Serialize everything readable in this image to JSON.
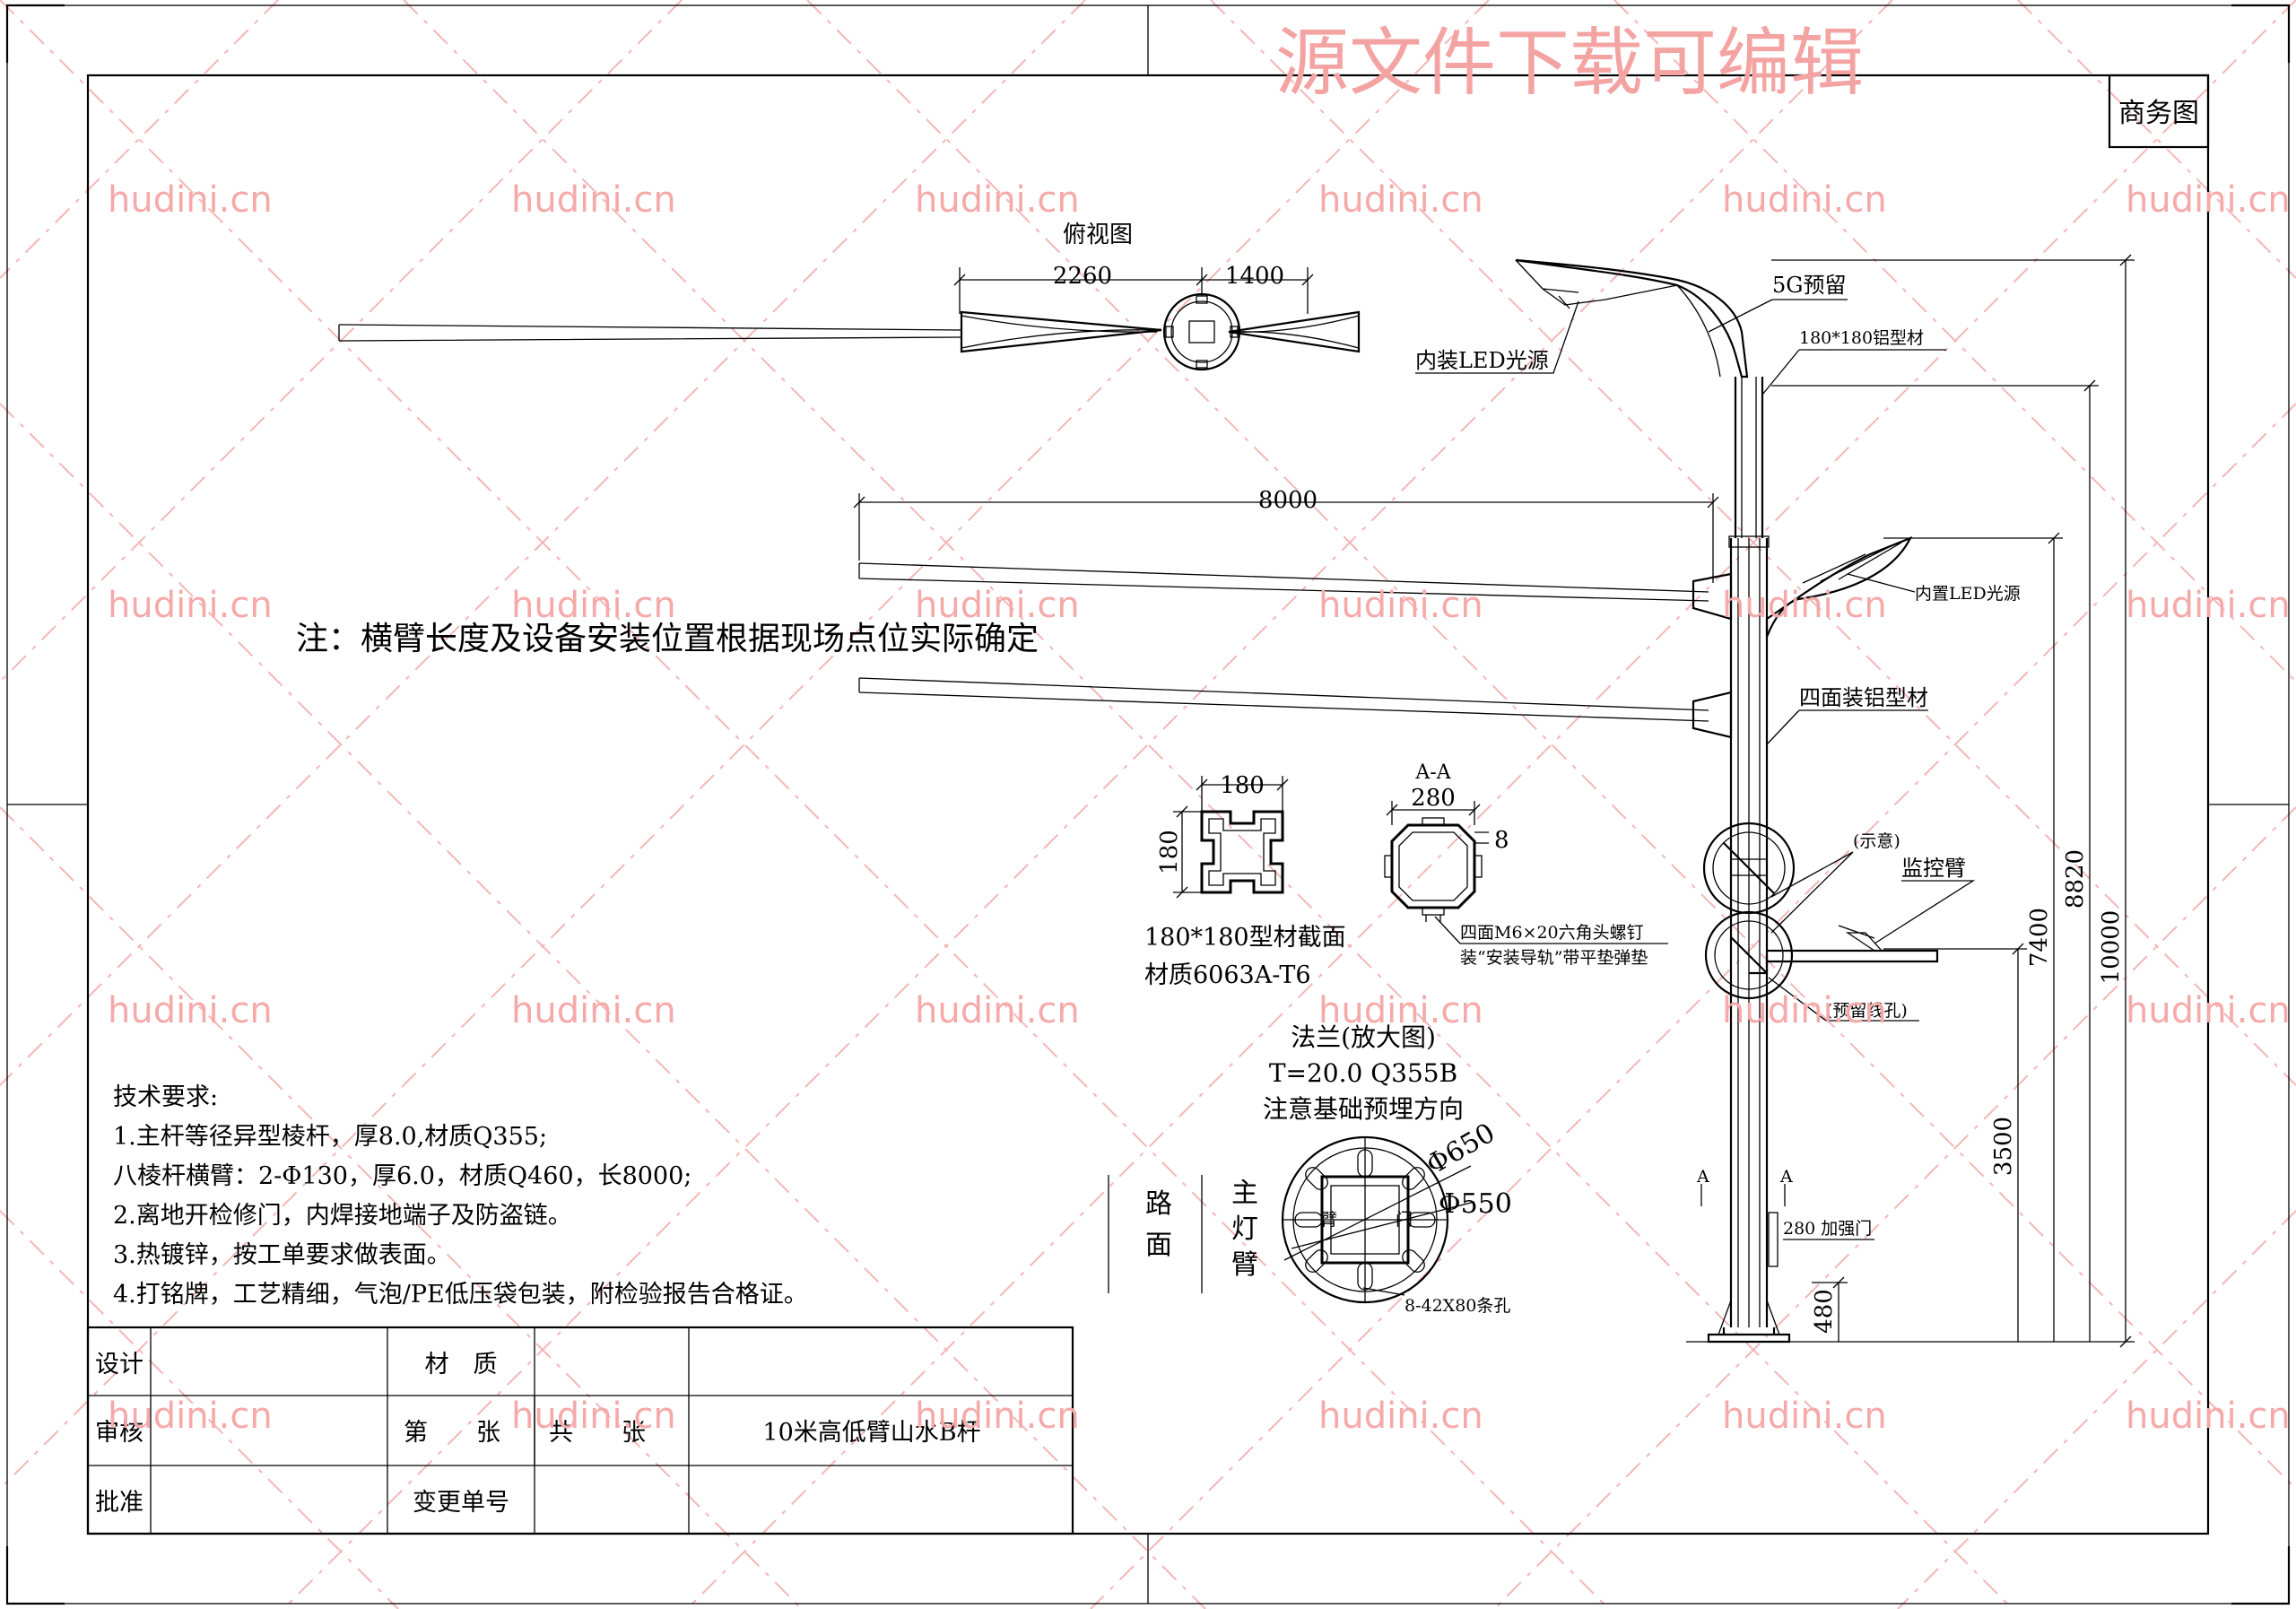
{
  "banner": "源文件下载可编辑",
  "watermark": "hudini.cn",
  "corner_label": "商务图",
  "top_view": {
    "title": "俯视图",
    "dim_left": "2260",
    "dim_right": "1400"
  },
  "note": "注：横臂长度及设备安装位置根据现场点位实际确定",
  "elevation": {
    "label_5g": "5G预留",
    "label_profile_top": "180*180铝型材",
    "label_led_top": "内装LED光源",
    "label_led_mid": "内置LED光源",
    "label_four_side": "四面装铝型材",
    "label_schematic": "(示意)",
    "label_monitor": "监控臂",
    "label_cable_hole": "(预留线孔)",
    "label_door": "280 加强门",
    "dim_arm": "8000",
    "dim_3500": "3500",
    "dim_7400": "7400",
    "dim_8820": "8820",
    "dim_10000": "10000",
    "dim_480": "480",
    "section_mark": "A"
  },
  "profile_section": {
    "dim": "180",
    "caption1": "180*180型材截面",
    "caption2": "材质6063A-T6"
  },
  "aa_section": {
    "title": "A-A",
    "dim_width": "280",
    "dim_thick": "8",
    "bolt_note1": "四面M6×20六角头螺钉",
    "bolt_note2": "装“安装导轨”带平垫弹垫"
  },
  "flange": {
    "title": "法兰(放大图)",
    "spec": "T=20.0  Q355B",
    "note": "注意基础预埋方向",
    "dia_outer": "Φ650",
    "dia_inner": "Φ550",
    "slots": "8-42X80条孔",
    "road": [
      "路",
      "面"
    ],
    "main_arm": [
      "主",
      "灯",
      "臂"
    ],
    "label_door": "门",
    "label_arm": "臂"
  },
  "tech_requirements": {
    "title": "技术要求:",
    "items": [
      "1.主杆等径异型棱杆，厚8.0,材质Q355;",
      "八棱杆横臂：2-Φ130，厚6.0，材质Q460，长8000;",
      "2.离地开检修门，内焊接地端子及防盗链。",
      "3.热镀锌，按工单要求做表面。",
      "4.打铭牌，工艺精细，气泡/PE低压袋包装，附检验报告合格证。"
    ]
  },
  "title_block": {
    "design": "设计",
    "review": "审核",
    "approve": "批准",
    "material": "材　质",
    "sheet": "第　　张",
    "total": "共　　张",
    "change": "变更单号",
    "drawing_name": "10米高低臂山水B杆"
  }
}
